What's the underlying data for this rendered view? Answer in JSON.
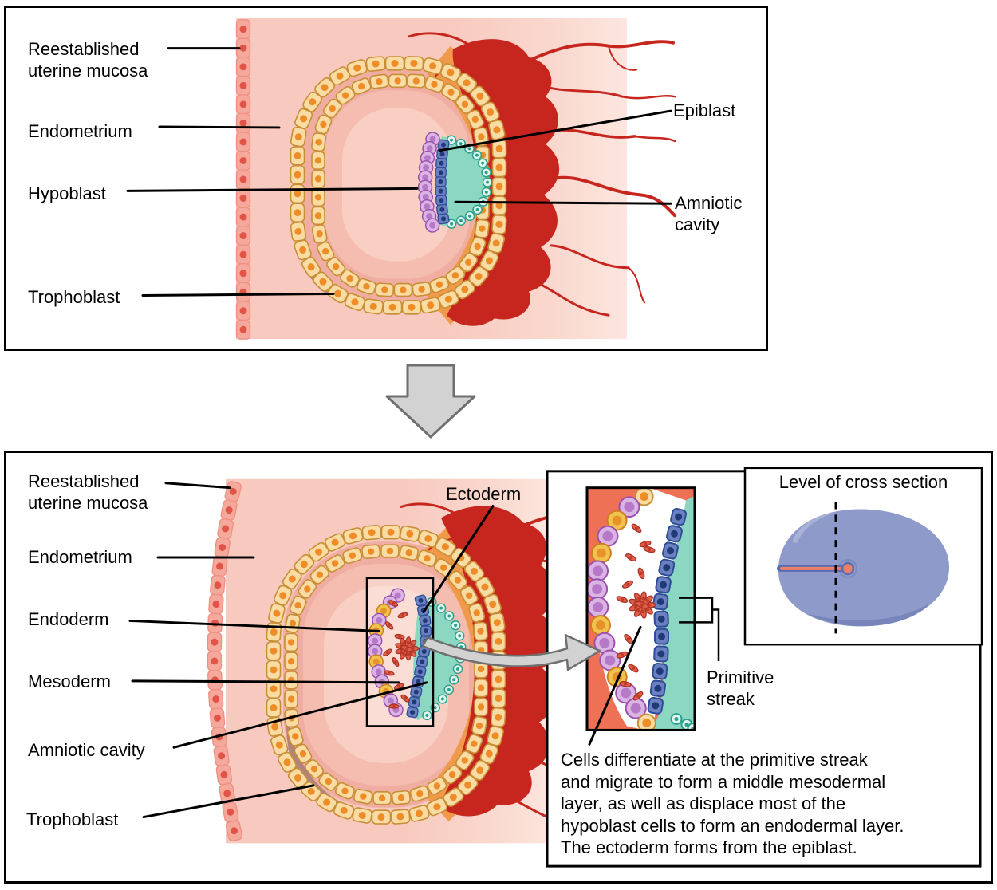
{
  "figure": {
    "top_panel": {
      "labels": {
        "reestablished": "Reestablished\nuterine mucosa",
        "endometrium": "Endometrium",
        "hypoblast": "Hypoblast",
        "trophoblast": "Trophoblast",
        "epiblast": "Epiblast",
        "amniotic_cavity": "Amniotic\ncavity"
      }
    },
    "bottom_panel": {
      "labels": {
        "reestablished": "Reestablished\nuterine mucosa",
        "endometrium": "Endometrium",
        "endoderm": "Endoderm",
        "mesoderm": "Mesoderm",
        "amniotic_cavity": "Amniotic cavity",
        "trophoblast": "Trophoblast",
        "ectoderm": "Ectoderm"
      },
      "inset": {
        "cross_section_title": "Level of cross section",
        "primitive_streak": "Primitive\nstreak",
        "caption": "Cells differentiate at the primitive streak\nand migrate to form a middle mesodermal\nlayer, as well as displace most of the\nhypoblast cells to form an endodermal layer.\nThe ectoderm forms from the epiblast."
      }
    }
  },
  "colors": {
    "panel_border": "#000000",
    "text": "#000000",
    "bg_pink": "#f8cabf",
    "bg_pink_mid": "#fad7cd",
    "bg_pink_light": "#fce6df",
    "mucosa_fill": "#f5a99c",
    "mucosa_stroke": "#ee9184",
    "mucosa_nucleus": "#e05548",
    "troph_fill": "#f9dba4",
    "troph_stroke": "#c78e35",
    "troph_nucleus": "#ee8d28",
    "interior_1": "#efaea1",
    "interior_2": "#f4bdb0",
    "interior_3": "#f8cfc2",
    "shadow_brown": "#a67a72",
    "chorion_orange": "#f0994a",
    "decidua_red": "#c6261e",
    "epiblast_fill": "#6b80bf",
    "epiblast_stroke": "#2d4c97",
    "epiblast_nucleus": "#1f3a78",
    "hypoblast_fill": "#dab5e4",
    "hypoblast_stroke": "#9c51ae",
    "hypoblast_nucleus": "#b579c8",
    "amnion_teal": "#8cd7c2",
    "amnion_cell_fill": "#e2f5ee",
    "amnion_cell_stroke": "#2aa18c",
    "yellow_fill": "#eec34e",
    "yellow_stroke": "#d07c1f",
    "yellow_nucleus": "#e8932a",
    "spindle_fill": "#e2604b",
    "spindle_stroke": "#ad3425",
    "spindle_nucleus": "#bf3d2a",
    "inset_bg": "#ee7156",
    "cross_oval": "#8e9ac9",
    "cross_oval_shade": "#7583b8",
    "cross_oval_light": "#aab3d8",
    "streak_salmon": "#ea8168",
    "streak_outline": "#5a6cb2",
    "arrow_fill": "#d2d2d2",
    "arrow_stroke": "#6f6f6f"
  }
}
